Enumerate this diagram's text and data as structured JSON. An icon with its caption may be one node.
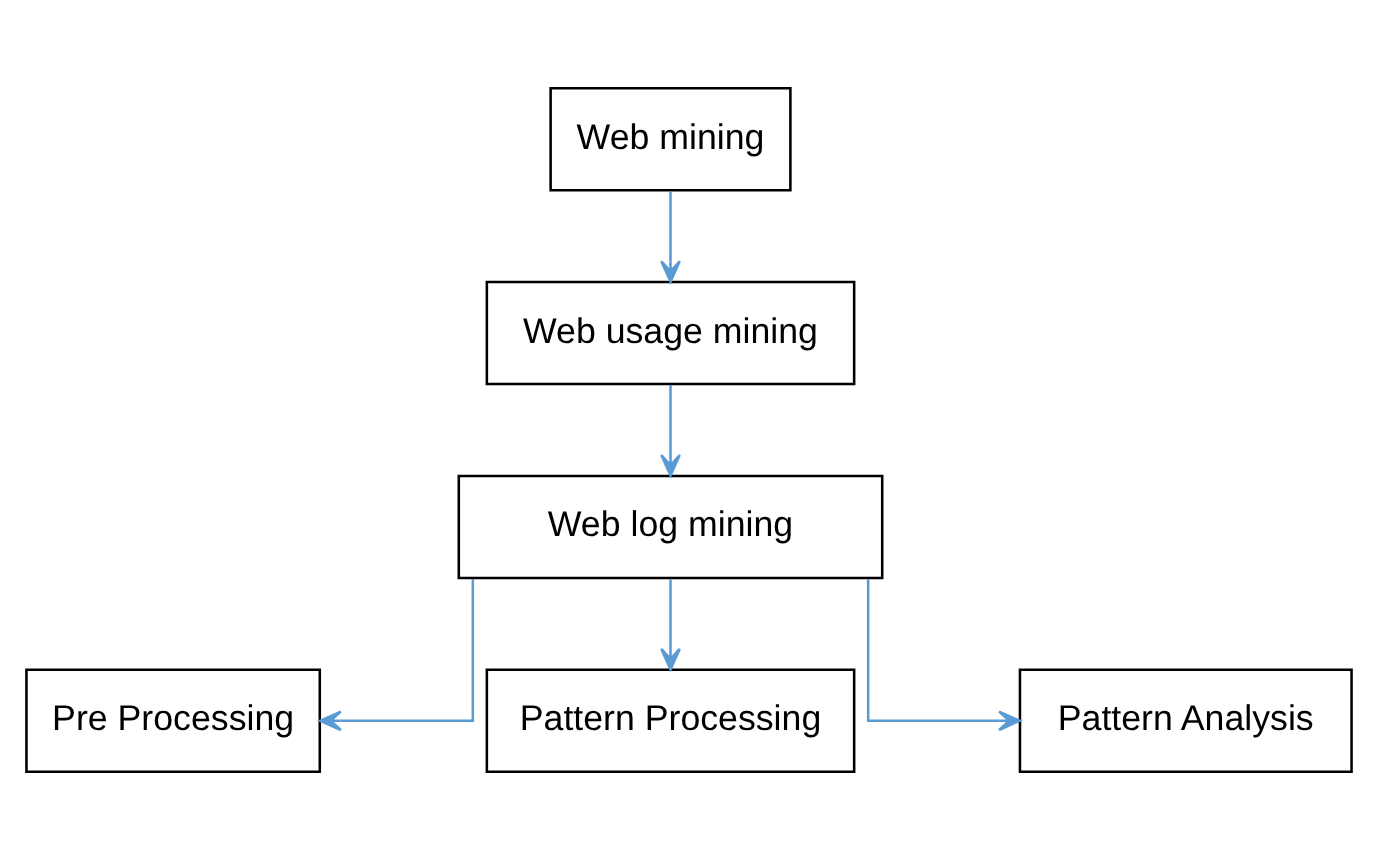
{
  "diagram": {
    "nodes": [
      {
        "text": [
          "Web mining"
        ]
      },
      {
        "text": [
          "Web usage mining"
        ]
      },
      {
        "text": [
          "Web log mining"
        ]
      },
      {
        "text": [
          "Pre Processing"
        ]
      },
      {
        "text": [
          "Pattern Processing"
        ]
      },
      {
        "text": [
          "Pattern Analysis"
        ]
      }
    ],
    "edges": [
      {
        "from": 0,
        "to": 1,
        "arrow": "to"
      },
      {
        "from": 1,
        "to": 2,
        "arrow": "to"
      },
      {
        "from": 2,
        "to": 3,
        "arrow": "to"
      },
      {
        "from": 2,
        "to": 4,
        "arrow": "to"
      },
      {
        "from": 2,
        "to": 5,
        "arrow": "to"
      }
    ]
  }
}
